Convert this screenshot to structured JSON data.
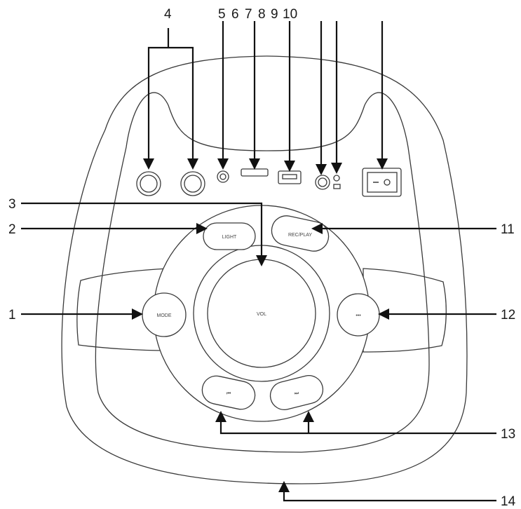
{
  "callouts": {
    "c1": "1",
    "c2": "2",
    "c3": "3",
    "c4": "4",
    "c5": "5",
    "c6": "6",
    "c7": "7",
    "c8": "8",
    "c9": "9",
    "c10": "10",
    "c11": "11",
    "c12": "12",
    "c13": "13",
    "c14": "14"
  },
  "buttons": {
    "mode": "MODE",
    "light": "LIGHT",
    "record": "REC/PLAY",
    "vol": "VOL",
    "menu": "•••",
    "prev": "⏮",
    "next": "⏭"
  },
  "icons": {
    "line_in": "line-in-jack-icon",
    "usb": "usb-port-icon",
    "power": "power-switch-icon"
  }
}
